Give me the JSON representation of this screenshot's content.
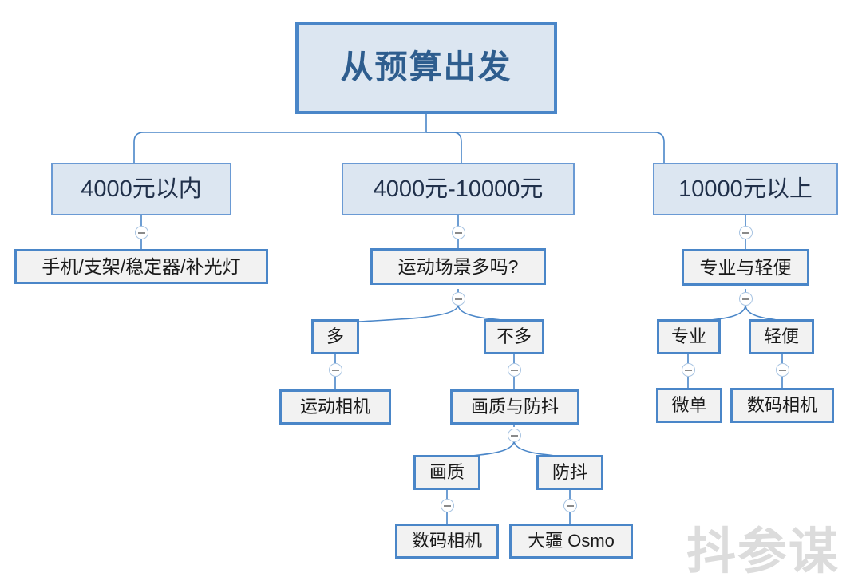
{
  "diagram": {
    "title": "从预算出发",
    "type": "mindmap-tree",
    "accent_color": "#4a86c8",
    "node_fill_level1": "#dce6f1",
    "node_fill_deep": "#f2f2f2",
    "background": "#ffffff",
    "watermark": "抖参谋",
    "nodes": {
      "root": "从预算出发",
      "budget_low": "4000元以内",
      "budget_low_child": "手机/支架/稳定器/补光灯",
      "budget_mid": "4000元-10000元",
      "budget_mid_q": "运动场景多吗?",
      "sports_many": "多",
      "sports_many_child": "运动相机",
      "sports_few": "不多",
      "sports_few_child": "画质与防抖",
      "quality": "画质",
      "quality_child": "数码相机",
      "stabilize": "防抖",
      "stabilize_child": "大疆 Osmo",
      "budget_high": "10000元以上",
      "budget_high_q": "专业与轻便",
      "pro": "专业",
      "pro_child": "微单",
      "light": "轻便",
      "light_child": "数码相机"
    },
    "toggles": {
      "label": "−",
      "state": "expanded"
    }
  }
}
